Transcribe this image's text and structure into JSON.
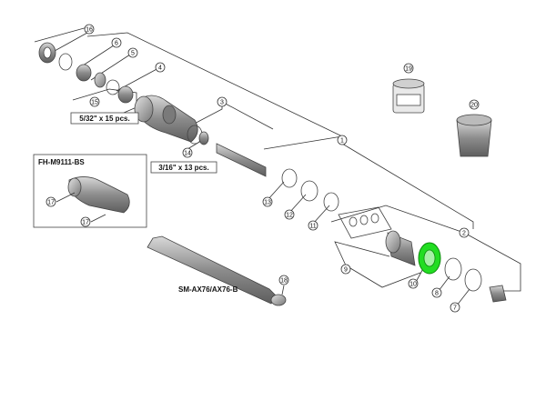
{
  "callouts": [
    {
      "id": "16",
      "text": "16"
    },
    {
      "id": "6",
      "text": "6"
    },
    {
      "id": "5",
      "text": "5"
    },
    {
      "id": "4",
      "text": "4"
    },
    {
      "id": "15",
      "text": "15"
    },
    {
      "id": "3",
      "text": "3"
    },
    {
      "id": "14",
      "text": "14"
    },
    {
      "id": "1",
      "text": "1"
    },
    {
      "id": "13",
      "text": "13"
    },
    {
      "id": "12",
      "text": "12"
    },
    {
      "id": "11",
      "text": "11"
    },
    {
      "id": "2",
      "text": "2"
    },
    {
      "id": "9",
      "text": "9"
    },
    {
      "id": "10",
      "text": "10"
    },
    {
      "id": "8",
      "text": "8"
    },
    {
      "id": "7",
      "text": "7"
    },
    {
      "id": "18",
      "text": "18"
    },
    {
      "id": "17a",
      "text": "17"
    },
    {
      "id": "17b",
      "text": "17"
    },
    {
      "id": "19",
      "text": "19"
    },
    {
      "id": "20",
      "text": "20"
    }
  ],
  "labels": {
    "bearing_large": "5/32\" x 15 pcs.",
    "bearing_small": "3/16\" x 13 pcs.",
    "hub_model": "FH-M9111-BS",
    "axle_model": "SM-AX76/AX76-B"
  },
  "colors": {
    "highlight": "#22dd22",
    "part_fill": "#9a9a9a",
    "line": "#333333"
  }
}
